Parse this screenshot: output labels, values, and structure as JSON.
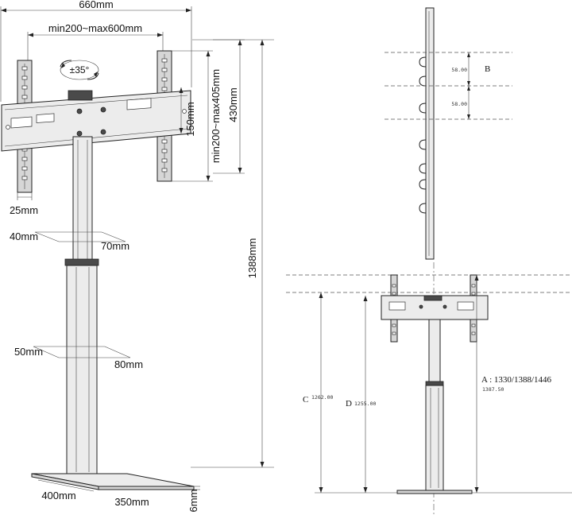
{
  "left_view": {
    "dim_660": "660mm",
    "dim_vesa_width": "min200~max600mm",
    "dim_rotation": "±35°",
    "dim_150": "150mm",
    "dim_vesa_height": "min200~max405mm",
    "dim_430": "430mm",
    "dim_25": "25mm",
    "dim_40": "40mm",
    "dim_70": "70mm",
    "dim_1388": "1388mm",
    "dim_50": "50mm",
    "dim_80": "80mm",
    "dim_400": "400mm",
    "dim_350": "350mm",
    "dim_6": "6mm"
  },
  "top_right_view": {
    "dim_b1": "58.00",
    "dim_b2": "58.00",
    "label_b": "B"
  },
  "bottom_right_view": {
    "label_c": "C",
    "value_c": "1262.00",
    "label_d": "D",
    "value_d": "1255.00",
    "label_a": "A : 1330/1388/1446",
    "value_a": "1387.50"
  }
}
